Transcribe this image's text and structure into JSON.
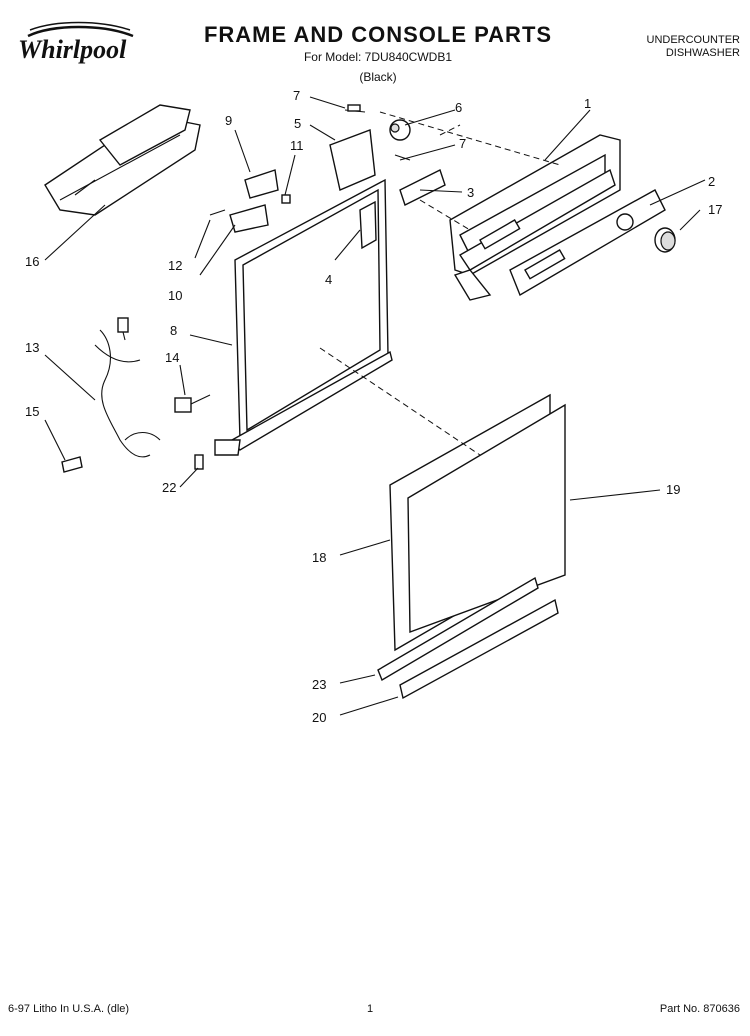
{
  "header": {
    "brand": "Whirlpool",
    "title": "FRAME AND CONSOLE PARTS",
    "model_line": "For Model: 7DU840CWDB1",
    "color_line": "(Black)",
    "product_line1": "UNDERCOUNTER",
    "product_line2": "DISHWASHER"
  },
  "callouts": [
    "1",
    "2",
    "3",
    "4",
    "5",
    "6",
    "7",
    "7",
    "8",
    "9",
    "10",
    "11",
    "12",
    "13",
    "14",
    "15",
    "16",
    "17",
    "18",
    "19",
    "20",
    "22",
    "23"
  ],
  "footer": {
    "left": "6-97 Litho In U.S.A. (dle)",
    "center": "1",
    "right": "Part No. 870636"
  }
}
